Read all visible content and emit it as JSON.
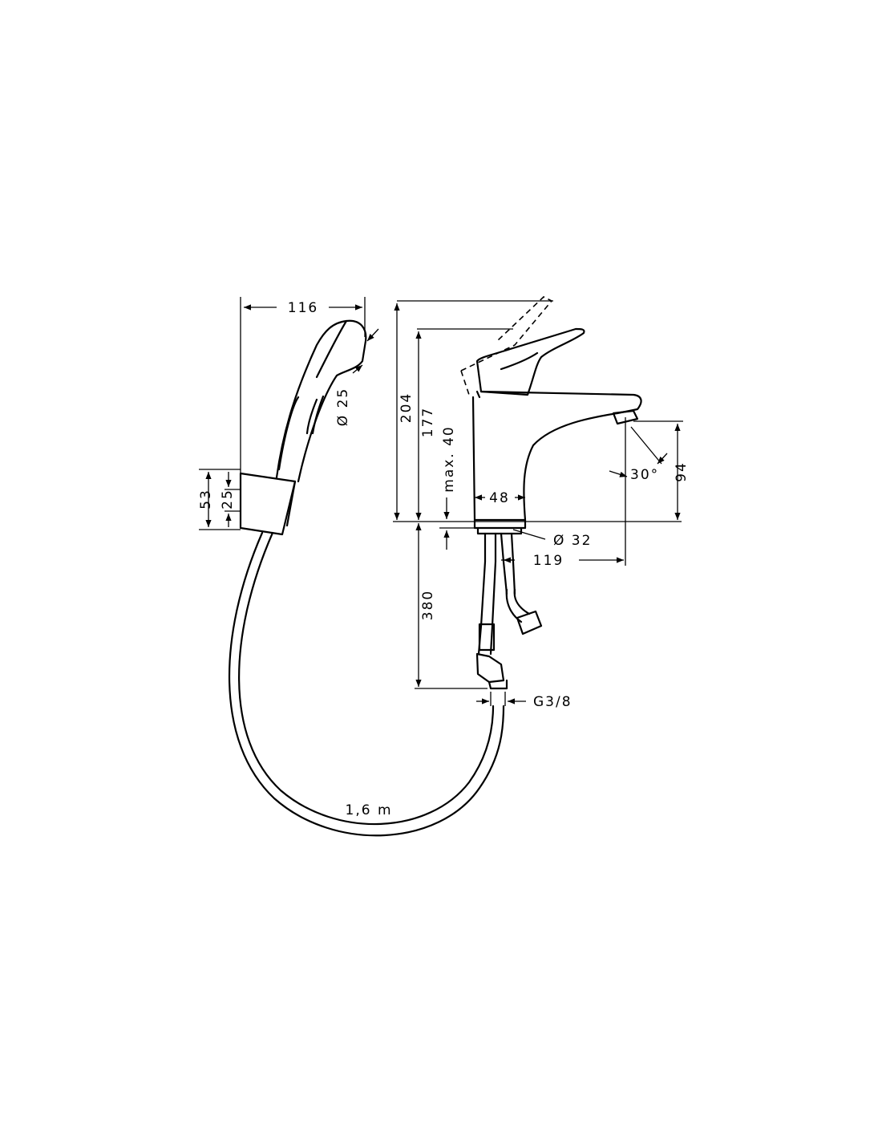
{
  "drawing": {
    "dimensions": {
      "handshower_width": "116",
      "handshower_diameter": "Ø 25",
      "holder_height": "53",
      "holder_inner": "25",
      "total_height": "204",
      "spout_height": "177",
      "max_thickness": "max. 40",
      "body_width": "48",
      "mount_diameter": "Ø 32",
      "spout_reach": "119",
      "outlet_height": "94",
      "spray_angle": "30°",
      "supply_length": "380",
      "thread": "G3/8",
      "hose_length": "1,6 m"
    }
  }
}
